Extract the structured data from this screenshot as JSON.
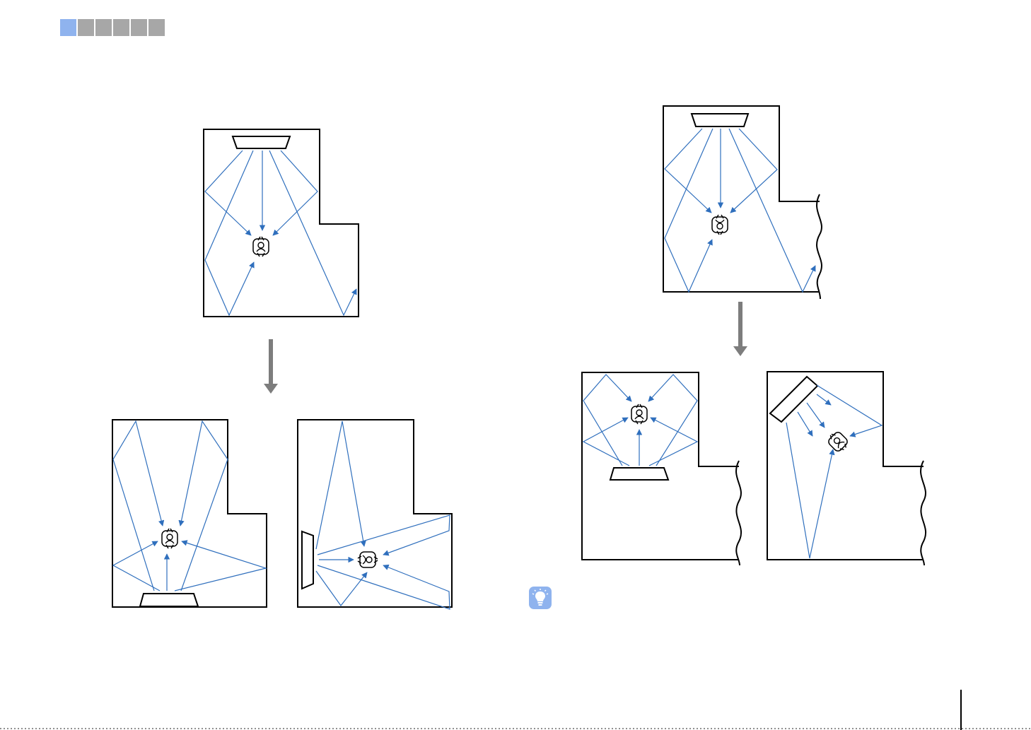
{
  "page": {
    "nav_steps": 6,
    "active_step": 1
  },
  "colors": {
    "beam": "#2f6fbd",
    "arrow_down": "#7d7d7d",
    "nav_active": "#8fb3ee",
    "nav_inactive": "#a7a7a7",
    "tip_icon": "#8fb3ee"
  },
  "diagrams": [
    {
      "id": "left-original",
      "shape": "l-room",
      "speaker": "top-center"
    },
    {
      "id": "left-front-placement",
      "shape": "l-room",
      "speaker": "bottom-center"
    },
    {
      "id": "left-side-placement",
      "shape": "l-room",
      "speaker": "left-side"
    },
    {
      "id": "right-original",
      "shape": "open-room",
      "speaker": "top-center"
    },
    {
      "id": "right-front-placement",
      "shape": "open-room",
      "speaker": "bottom-center"
    },
    {
      "id": "right-corner-placement",
      "shape": "open-room",
      "speaker": "corner"
    }
  ],
  "icons": {
    "tip": "lightbulb-icon",
    "listener": "listener-icon",
    "speaker": "sound-bar-icon",
    "transition": "arrow-down-icon"
  }
}
